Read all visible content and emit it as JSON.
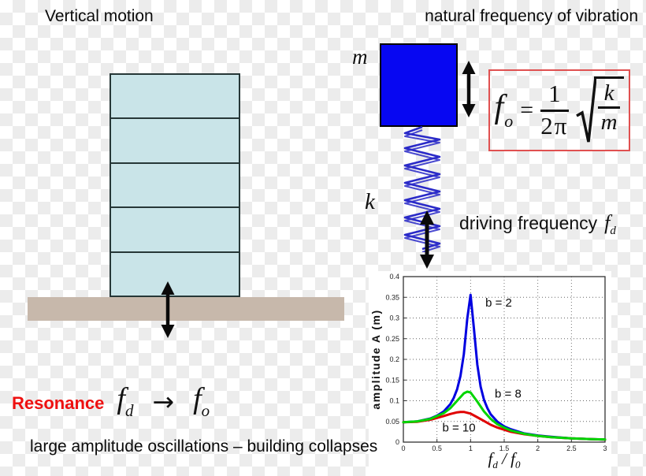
{
  "slide": {
    "title_left": "Vertical motion",
    "title_right": "natural frequency of vibration",
    "bottom_text": "large amplitude oscillations – building collapses",
    "resonance": {
      "label": "Resonance",
      "fd": {
        "base": "f",
        "sub": "d"
      },
      "arrow": "→",
      "fo": {
        "base": "f",
        "sub": "o"
      }
    }
  },
  "diagram": {
    "mass_label": "m",
    "spring_label": "k",
    "driving": {
      "text": "driving frequency",
      "f_base": "f",
      "f_sub": "d"
    },
    "formula": {
      "lhs": {
        "base": "f",
        "sub": "o"
      },
      "equals": "=",
      "frac": {
        "num": "1",
        "den": "2π"
      },
      "sqrt": {
        "num": "k",
        "den": "m"
      }
    },
    "colors": {
      "mass_fill": "#0707f2",
      "spring_stroke": "#2a2ac8",
      "building_fill": "#c9e4e8",
      "building_border": "#263737",
      "ground_fill": "#c7b8ab",
      "formula_border": "#e05050",
      "resonance_red": "#ee1111"
    }
  },
  "chart_data": {
    "type": "line",
    "title": "",
    "ylabel": "amplitude A (m)",
    "xlabel_parts": {
      "base1": "f",
      "sub1": "d",
      "sep": " / ",
      "base2": "f",
      "sub2": "0"
    },
    "xlim": [
      0,
      3
    ],
    "ylim": [
      0,
      0.4
    ],
    "xticks": [
      0,
      0.5,
      1,
      1.5,
      2,
      2.5,
      3
    ],
    "xtick_labels": [
      "0",
      "0.5",
      "1",
      "1.5",
      "2",
      "2.5",
      "3"
    ],
    "yticks": [
      0,
      0.05,
      0.1,
      0.15,
      0.2,
      0.25,
      0.3,
      0.35,
      0.4
    ],
    "ytick_labels": [
      "0",
      "0.05",
      "0.1",
      "0.15",
      "0.2",
      "0.25",
      "0.3",
      "0.35",
      "0.4"
    ],
    "grid": true,
    "legend_position": "inline-labels",
    "series": [
      {
        "id": "b2",
        "name": "b = 2",
        "color": "#0000e0",
        "label_pos": {
          "x": 1.22,
          "y": 0.328
        },
        "points": [
          [
            0,
            0.048
          ],
          [
            0.2,
            0.05
          ],
          [
            0.4,
            0.057
          ],
          [
            0.5,
            0.064
          ],
          [
            0.6,
            0.074
          ],
          [
            0.7,
            0.092
          ],
          [
            0.75,
            0.107
          ],
          [
            0.8,
            0.128
          ],
          [
            0.85,
            0.16
          ],
          [
            0.9,
            0.213
          ],
          [
            0.95,
            0.298
          ],
          [
            1.0,
            0.356
          ],
          [
            1.05,
            0.274
          ],
          [
            1.1,
            0.187
          ],
          [
            1.15,
            0.134
          ],
          [
            1.2,
            0.102
          ],
          [
            1.25,
            0.082
          ],
          [
            1.3,
            0.067
          ],
          [
            1.4,
            0.049
          ],
          [
            1.5,
            0.038
          ],
          [
            1.6,
            0.031
          ],
          [
            1.8,
            0.021
          ],
          [
            2.0,
            0.016
          ],
          [
            2.2,
            0.013
          ],
          [
            2.5,
            0.009
          ],
          [
            2.8,
            0.007
          ],
          [
            3.0,
            0.006
          ]
        ]
      },
      {
        "id": "b10",
        "name": "b = 10",
        "color": "#e00000",
        "label_pos": {
          "x": 0.58,
          "y": 0.026
        },
        "points": [
          [
            0,
            0.048
          ],
          [
            0.2,
            0.049
          ],
          [
            0.4,
            0.054
          ],
          [
            0.6,
            0.063
          ],
          [
            0.7,
            0.068
          ],
          [
            0.8,
            0.072
          ],
          [
            0.85,
            0.073
          ],
          [
            0.9,
            0.073
          ],
          [
            1.0,
            0.069
          ],
          [
            1.1,
            0.06
          ],
          [
            1.2,
            0.051
          ],
          [
            1.3,
            0.042
          ],
          [
            1.4,
            0.035
          ],
          [
            1.6,
            0.025
          ],
          [
            1.8,
            0.019
          ],
          [
            2.0,
            0.015
          ],
          [
            2.2,
            0.012
          ],
          [
            2.5,
            0.009
          ],
          [
            2.8,
            0.007
          ],
          [
            3.0,
            0.006
          ]
        ]
      },
      {
        "id": "b8",
        "name": "b = 8",
        "color": "#00d500",
        "label_pos": {
          "x": 1.36,
          "y": 0.108
        },
        "points": [
          [
            0,
            0.048
          ],
          [
            0.2,
            0.05
          ],
          [
            0.4,
            0.056
          ],
          [
            0.6,
            0.07
          ],
          [
            0.7,
            0.082
          ],
          [
            0.8,
            0.1
          ],
          [
            0.9,
            0.118
          ],
          [
            0.95,
            0.122
          ],
          [
            1.0,
            0.12
          ],
          [
            1.1,
            0.098
          ],
          [
            1.2,
            0.074
          ],
          [
            1.3,
            0.056
          ],
          [
            1.4,
            0.043
          ],
          [
            1.5,
            0.035
          ],
          [
            1.6,
            0.028
          ],
          [
            1.8,
            0.02
          ],
          [
            2.0,
            0.015
          ],
          [
            2.2,
            0.012
          ],
          [
            2.5,
            0.009
          ],
          [
            2.8,
            0.007
          ],
          [
            3.0,
            0.0065
          ]
        ]
      }
    ]
  }
}
